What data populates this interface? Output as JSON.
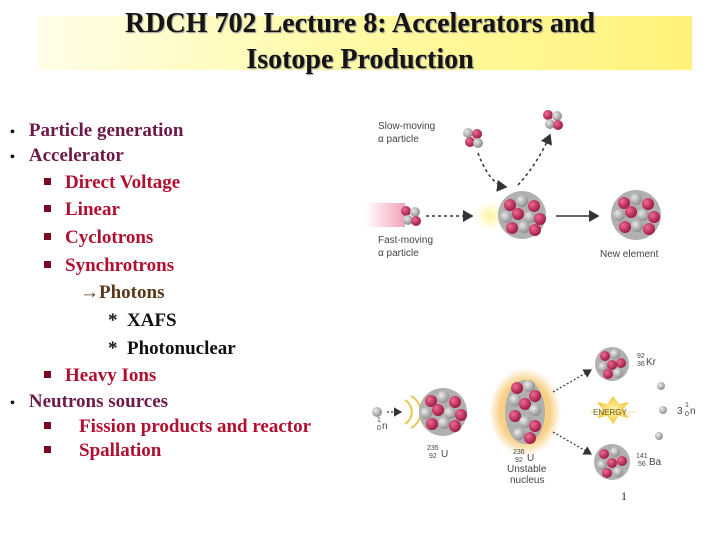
{
  "title": {
    "line1": "RDCH 702 Lecture 8:  Accelerators and",
    "line2": "Isotope Production"
  },
  "bullets": {
    "particle_generation": "Particle generation",
    "accelerator": "Accelerator",
    "direct_voltage": "Direct Voltage",
    "linear": "Linear",
    "cyclotrons": "Cyclotrons",
    "synchrotrons": "Synchrotrons",
    "photons": "Photons",
    "xafs": "XAFS",
    "photonuclear": "Photonuclear",
    "heavy_ions": "Heavy Ions",
    "neutron_sources": "Neutrons sources",
    "fission": "Fission products and reactor",
    "spallation": "Spallation"
  },
  "markers": {
    "arrow": "→",
    "star": "*"
  },
  "figure_alpha": {
    "slow_line1": "Slow-moving",
    "slow_line2": "α particle",
    "fast_line1": "Fast-moving",
    "fast_line2": "α particle",
    "new_element": "New element"
  },
  "figure_fission": {
    "neutron_mass": "1",
    "neutron_charge": "0",
    "neutron_symbol": "n",
    "u235_mass": "235",
    "u235_charge": "92",
    "u235_symbol": "U",
    "u236_mass": "236",
    "u236_charge": "92",
    "u236_symbol": "U",
    "unstable_line1": "Unstable",
    "unstable_line2": "nucleus",
    "kr_mass": "92",
    "kr_charge": "36",
    "kr_symbol": "Kr",
    "ba_mass": "141",
    "ba_charge": "56",
    "ba_symbol": "Ba",
    "energy": "ENERGY",
    "neutrons_prefix": "3",
    "neutrons_mass": "1",
    "neutrons_charge": "0",
    "neutrons_symbol": "n"
  },
  "page_number": "1",
  "colors": {
    "proton": "#c8245a",
    "neutron": "#a8a8a8",
    "title_band": "#fff27a",
    "bullet_l1": "#6b1a4a",
    "bullet_l2": "#b01030"
  }
}
